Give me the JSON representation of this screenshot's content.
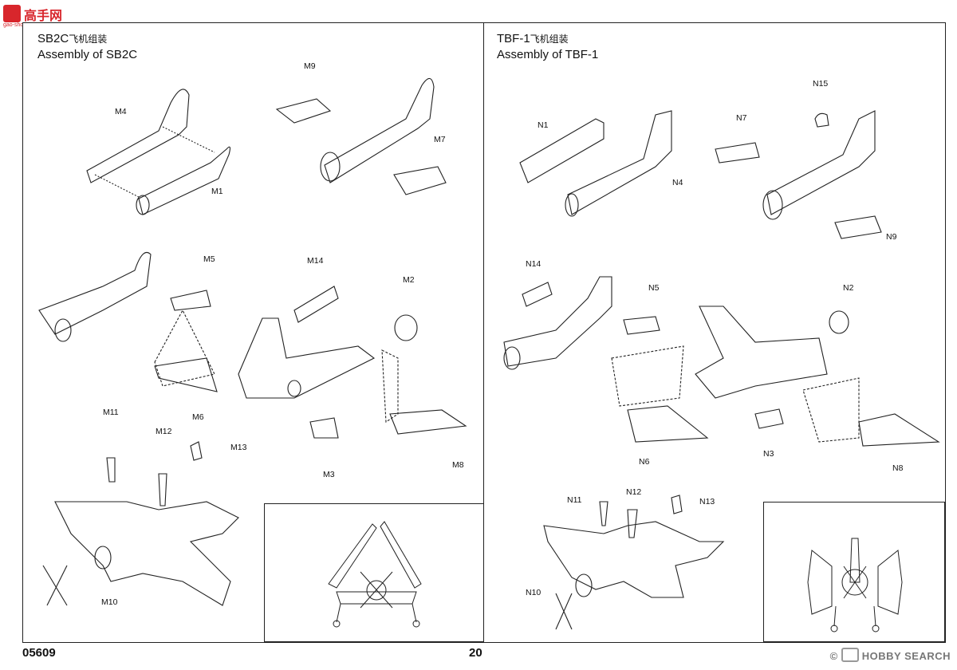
{
  "site_logo": {
    "text": "高手网",
    "sub": "gao-shou.com"
  },
  "left_panel": {
    "title_code": "SB2C",
    "title_cn": "飞机组装",
    "title_en": "Assembly of SB2C",
    "parts": [
      "M1",
      "M2",
      "M3",
      "M4",
      "M5",
      "M6",
      "M7",
      "M8",
      "M9",
      "M10",
      "M11",
      "M12",
      "M13",
      "M14"
    ]
  },
  "right_panel": {
    "title_code": "TBF-1",
    "title_cn": "飞机组装",
    "title_en": "Assembly of TBF-1",
    "parts": [
      "N1",
      "N2",
      "N3",
      "N4",
      "N5",
      "N6",
      "N7",
      "N8",
      "N9",
      "N10",
      "N11",
      "N12",
      "N13",
      "N14",
      "N15"
    ]
  },
  "footer": {
    "product_code": "05609",
    "page_number": "20",
    "watermark": "HOBBY SEARCH",
    "watermark_symbol": "©"
  },
  "colors": {
    "line": "#222222",
    "paper": "#ffffff",
    "logo_red": "#d8262c"
  },
  "icons": [
    "aircraft-fuselage-icon",
    "wing-icon",
    "propeller-icon",
    "arrow-icon"
  ]
}
